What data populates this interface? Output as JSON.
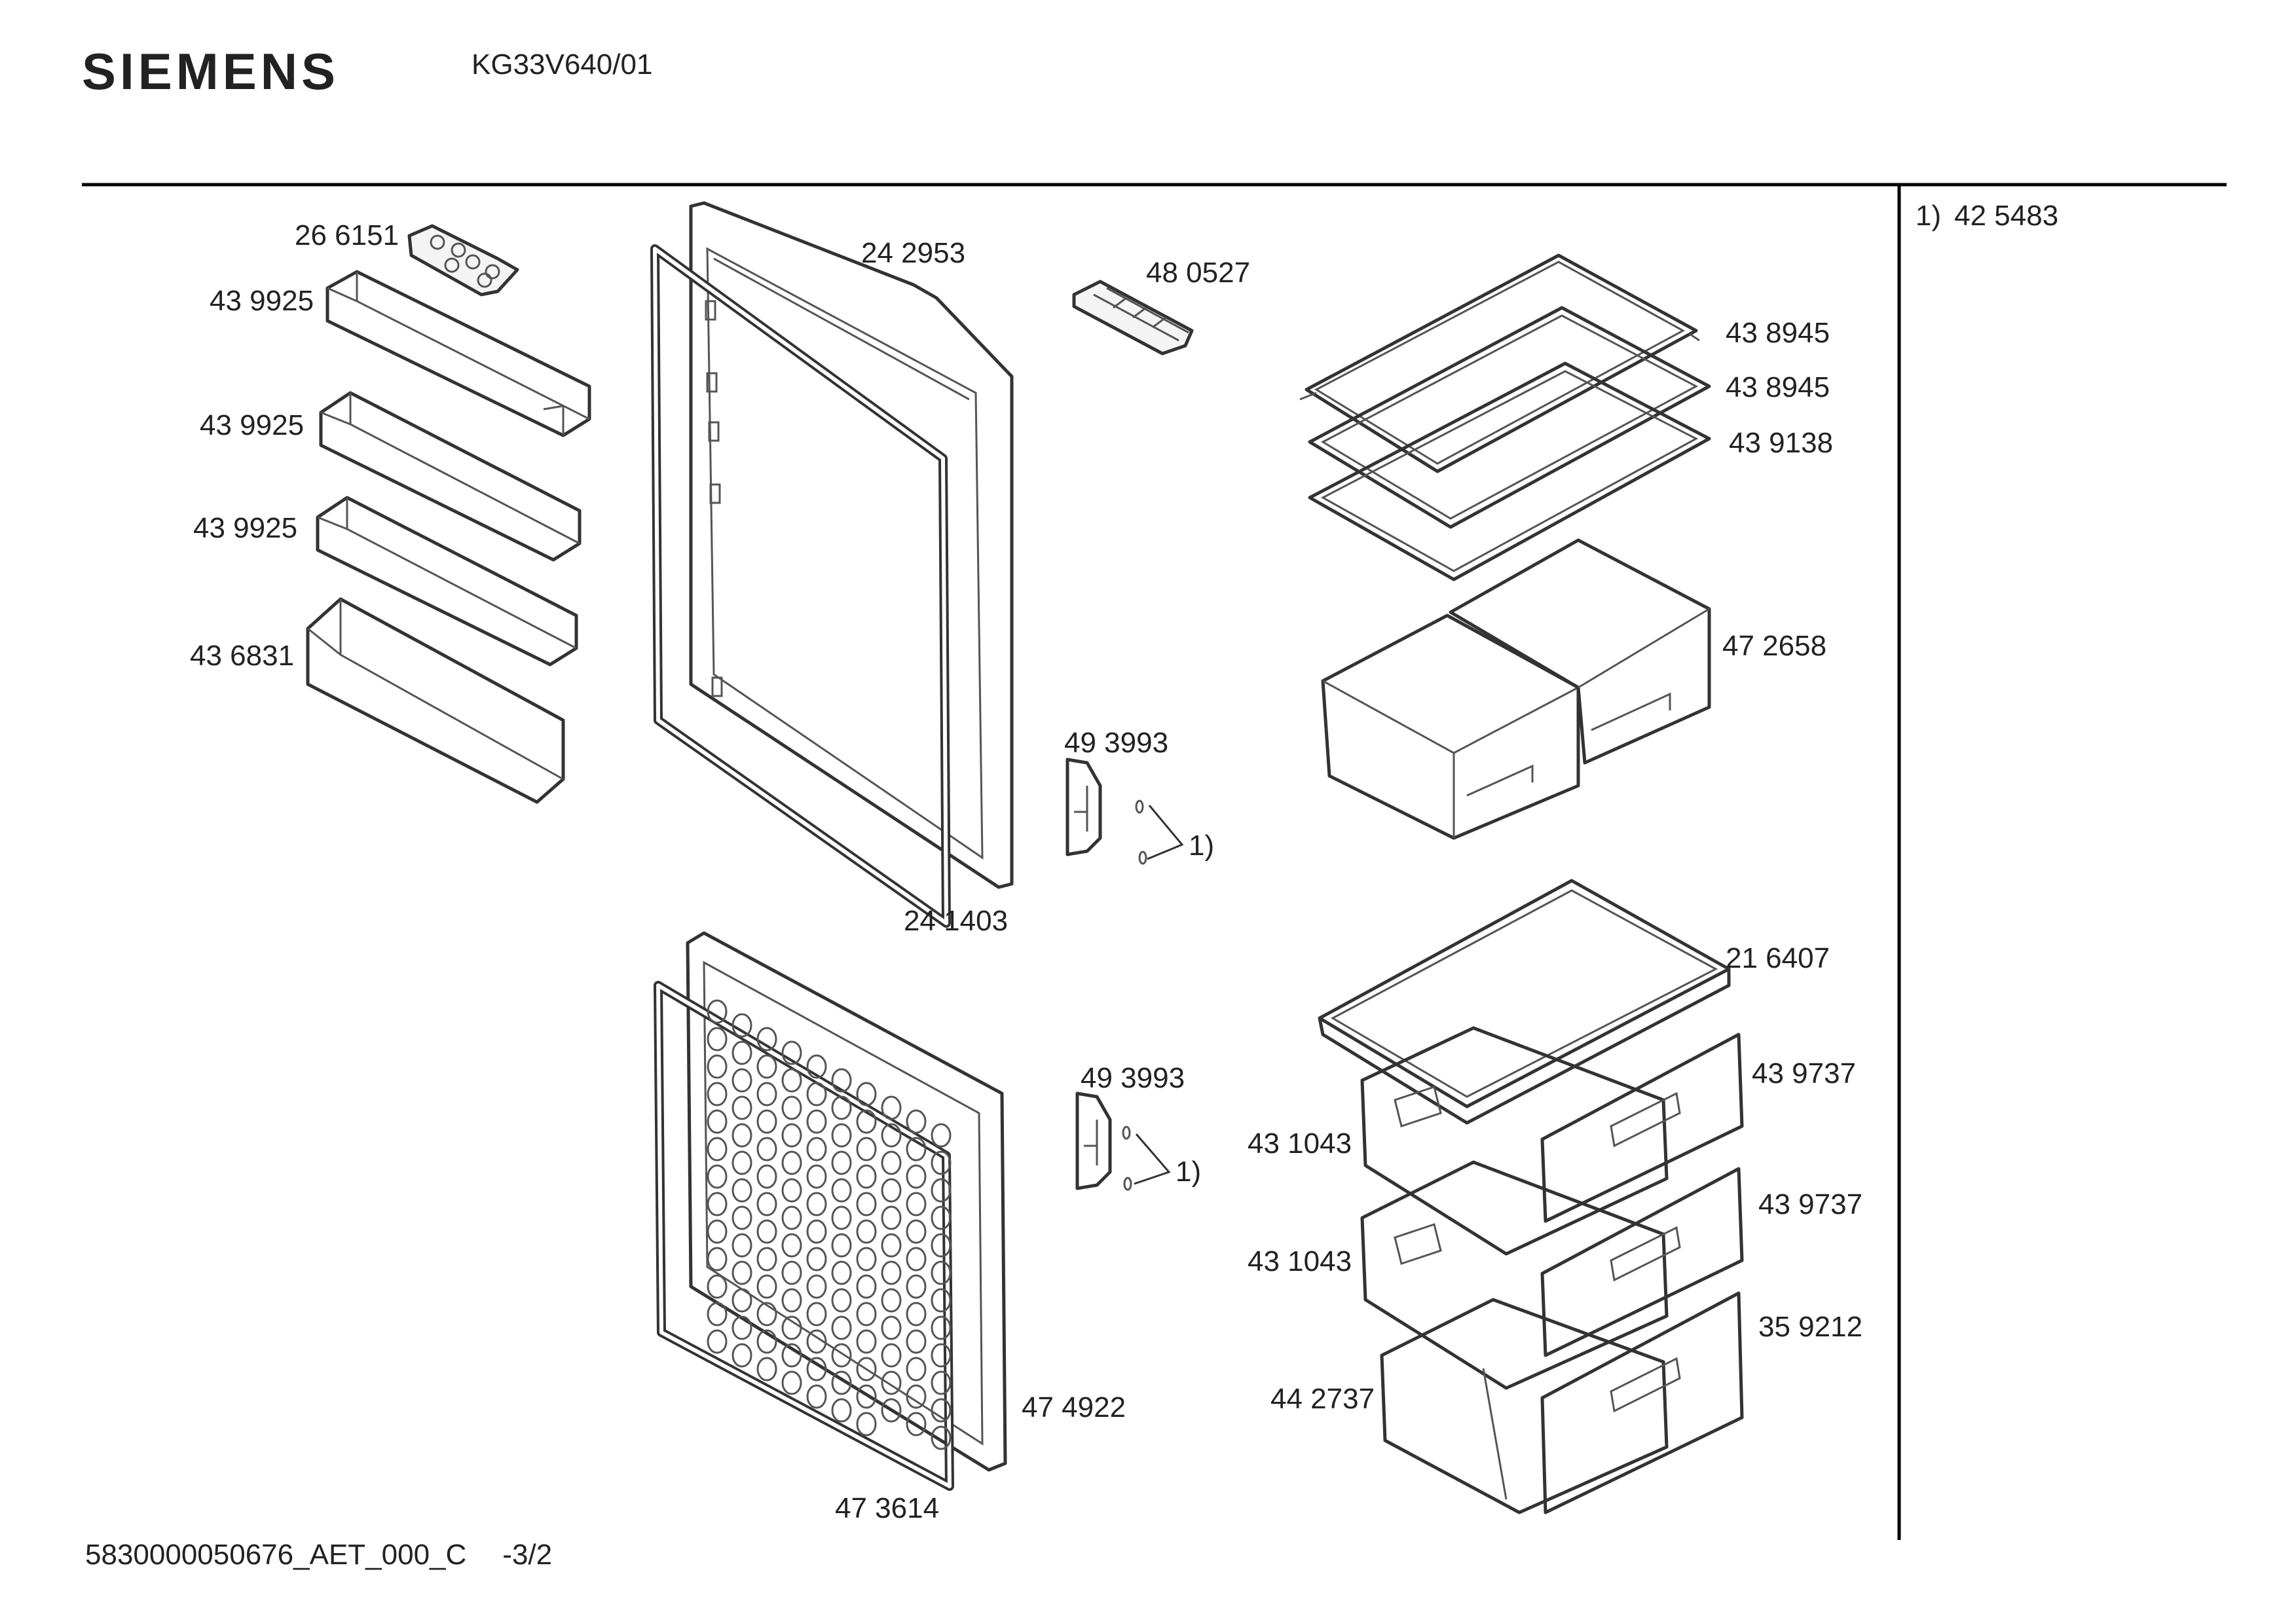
{
  "header": {
    "brand": "SIEMENS",
    "model": "KG33V640/01"
  },
  "note": {
    "ref": "1)",
    "part_number": "42 5483"
  },
  "footer": {
    "document_id": "5830000050676_AET_000_C",
    "page": "-3/2"
  },
  "part_labels": {
    "egg_tray": "26 6151",
    "door_shelf_1": "43 9925",
    "door_shelf_2": "43 9925",
    "door_shelf_3": "43 9925",
    "bottle_shelf": "43 6831",
    "fridge_door": "24 2953",
    "fridge_gasket": "24 1403",
    "ice_tray": "48 0527",
    "hinge_upper": "49 3993",
    "hinge_upper_note": "1)",
    "glass_shelf_1": "43 8945",
    "glass_shelf_2": "43 8945",
    "glass_shelf_3": "43 9138",
    "crisper_drawers": "47 2658",
    "freezer_cover": "21 6407",
    "freezer_front_1": "43 9737",
    "freezer_drawer_1": "43 1043",
    "freezer_front_2": "43 9737",
    "freezer_drawer_2": "43 1043",
    "freezer_front_3": "35 9212",
    "freezer_drawer_3": "44 2737",
    "hinge_lower": "49 3993",
    "hinge_lower_note": "1)",
    "freezer_door": "47 4922",
    "freezer_gasket": "47 3614"
  }
}
